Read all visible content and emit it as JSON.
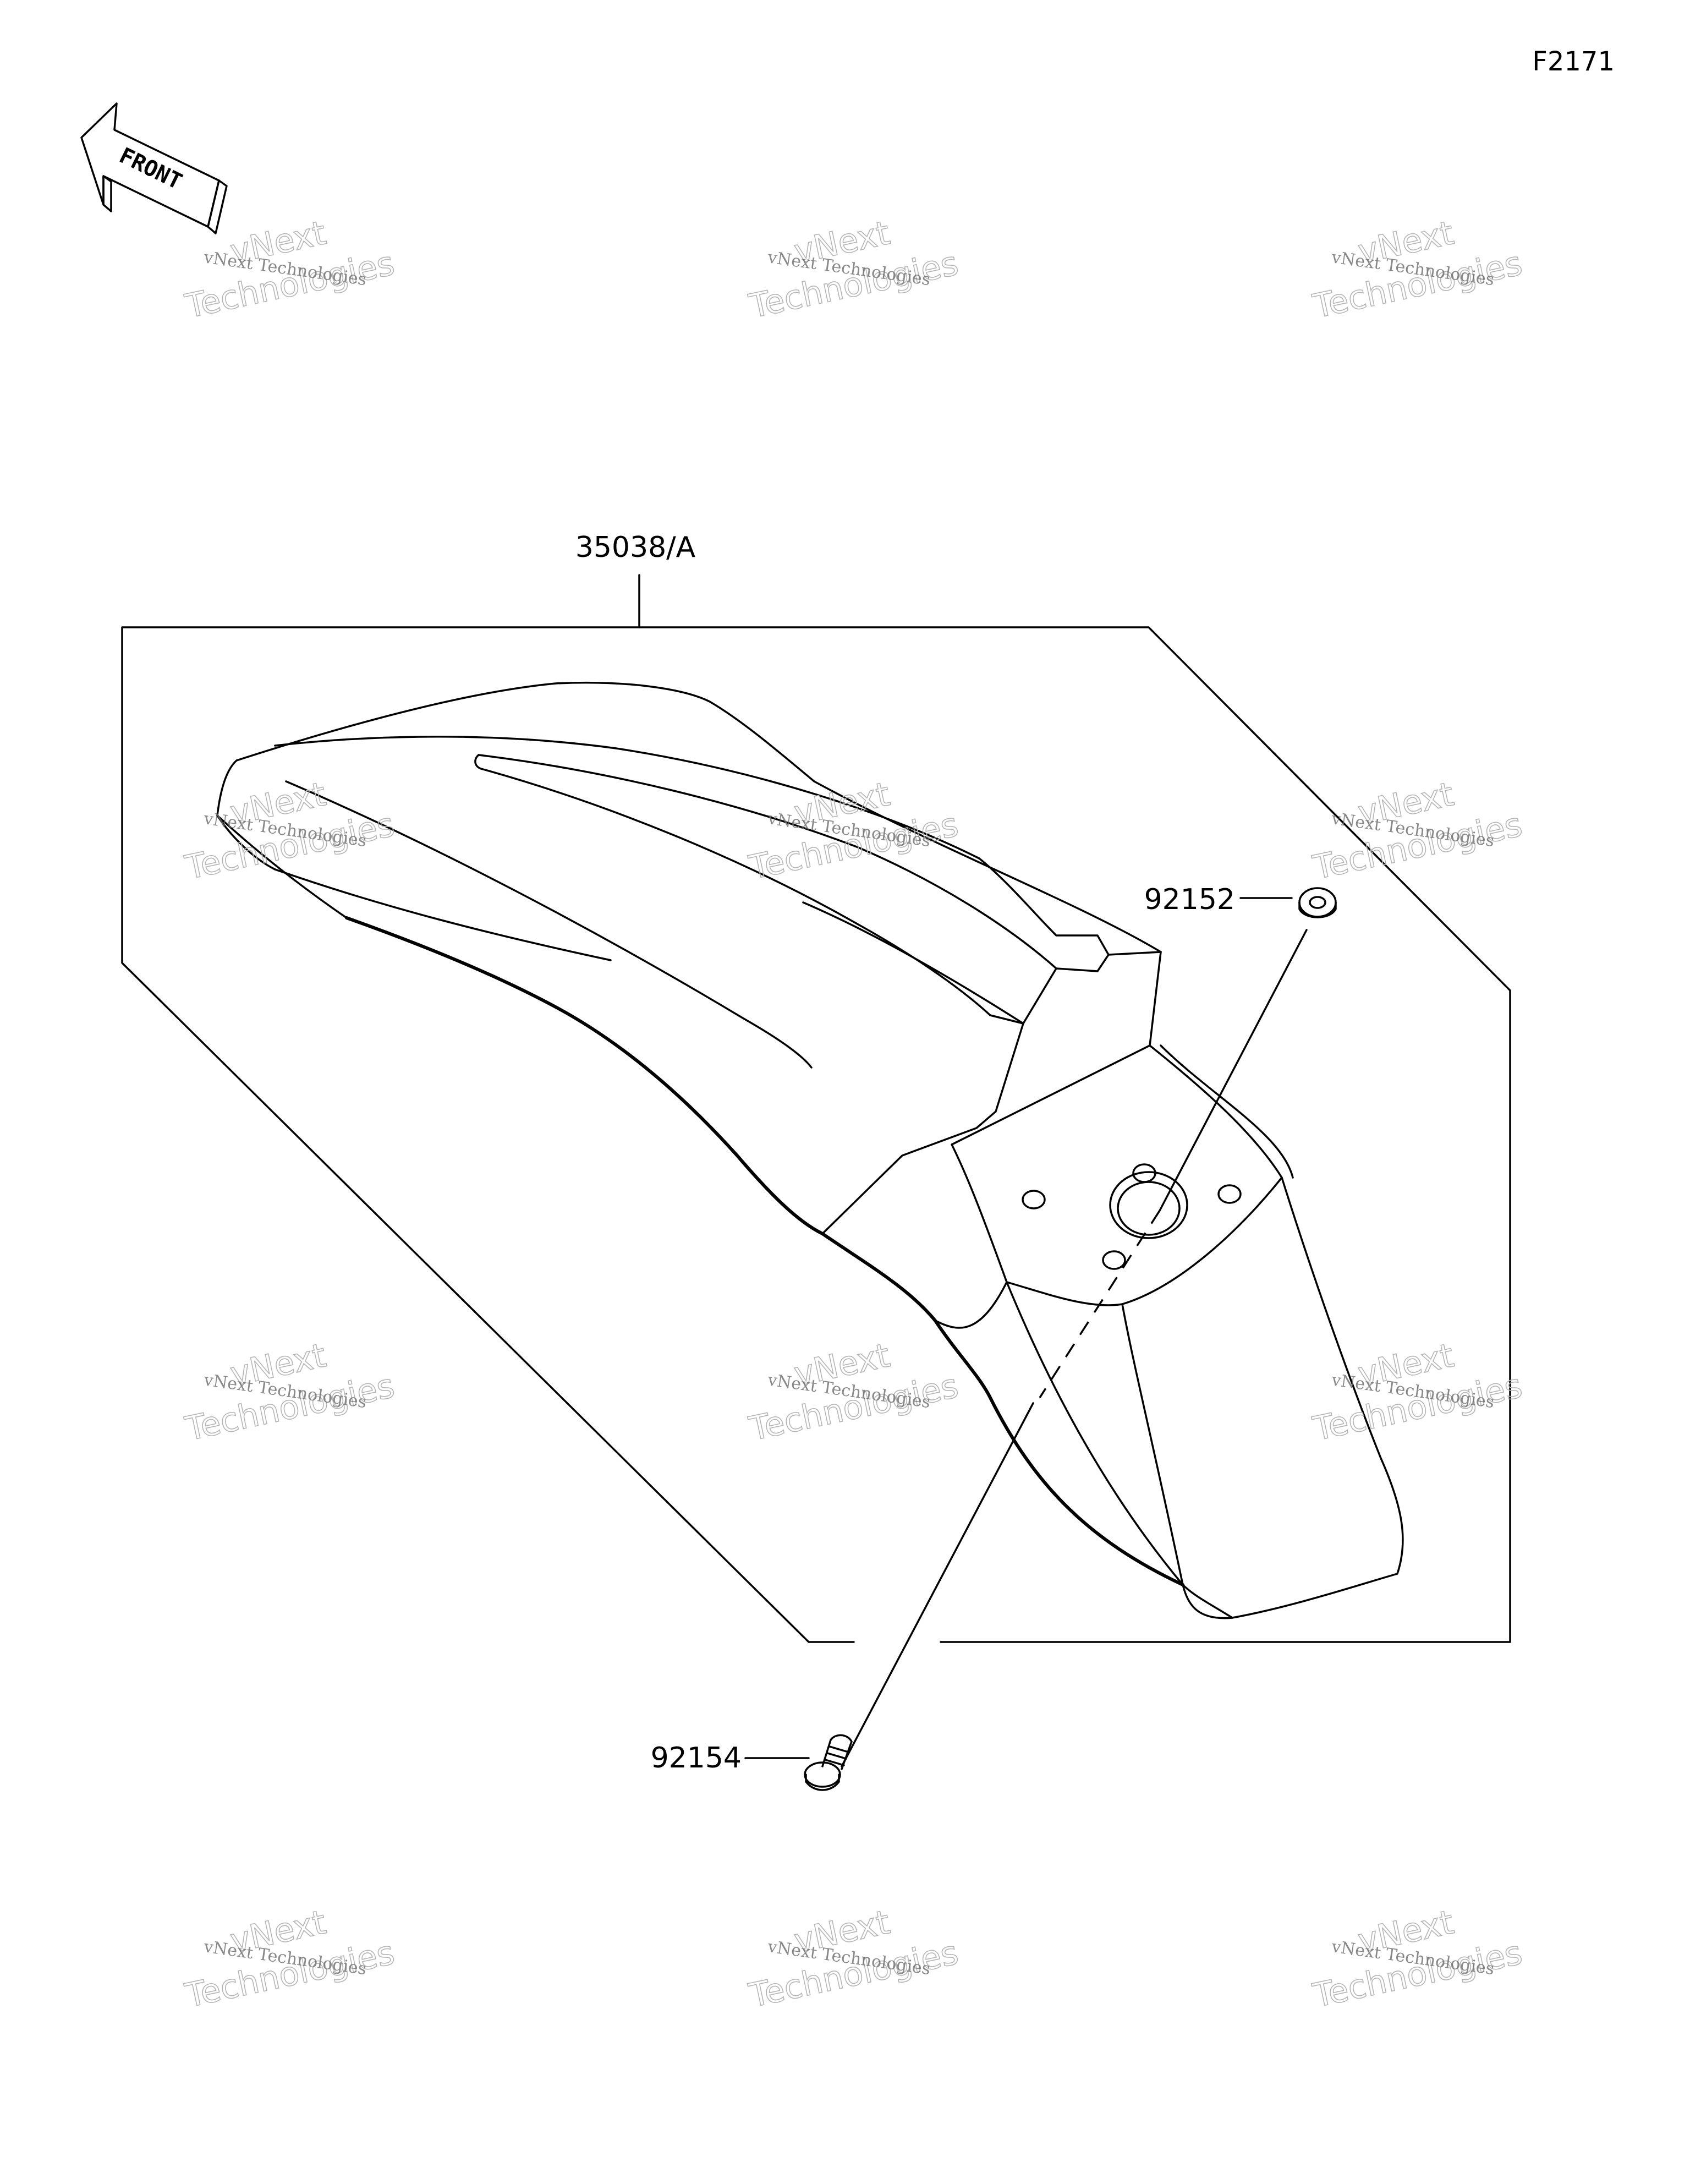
{
  "figure_id": "F2171",
  "front_label": "FRONT",
  "parts": [
    {
      "number": "35038/A"
    },
    {
      "number": "92152"
    },
    {
      "number": "92154"
    }
  ],
  "watermark": {
    "small_text": "vNext Technologies",
    "big_line1": "vNext",
    "big_line2": "Technologies"
  }
}
